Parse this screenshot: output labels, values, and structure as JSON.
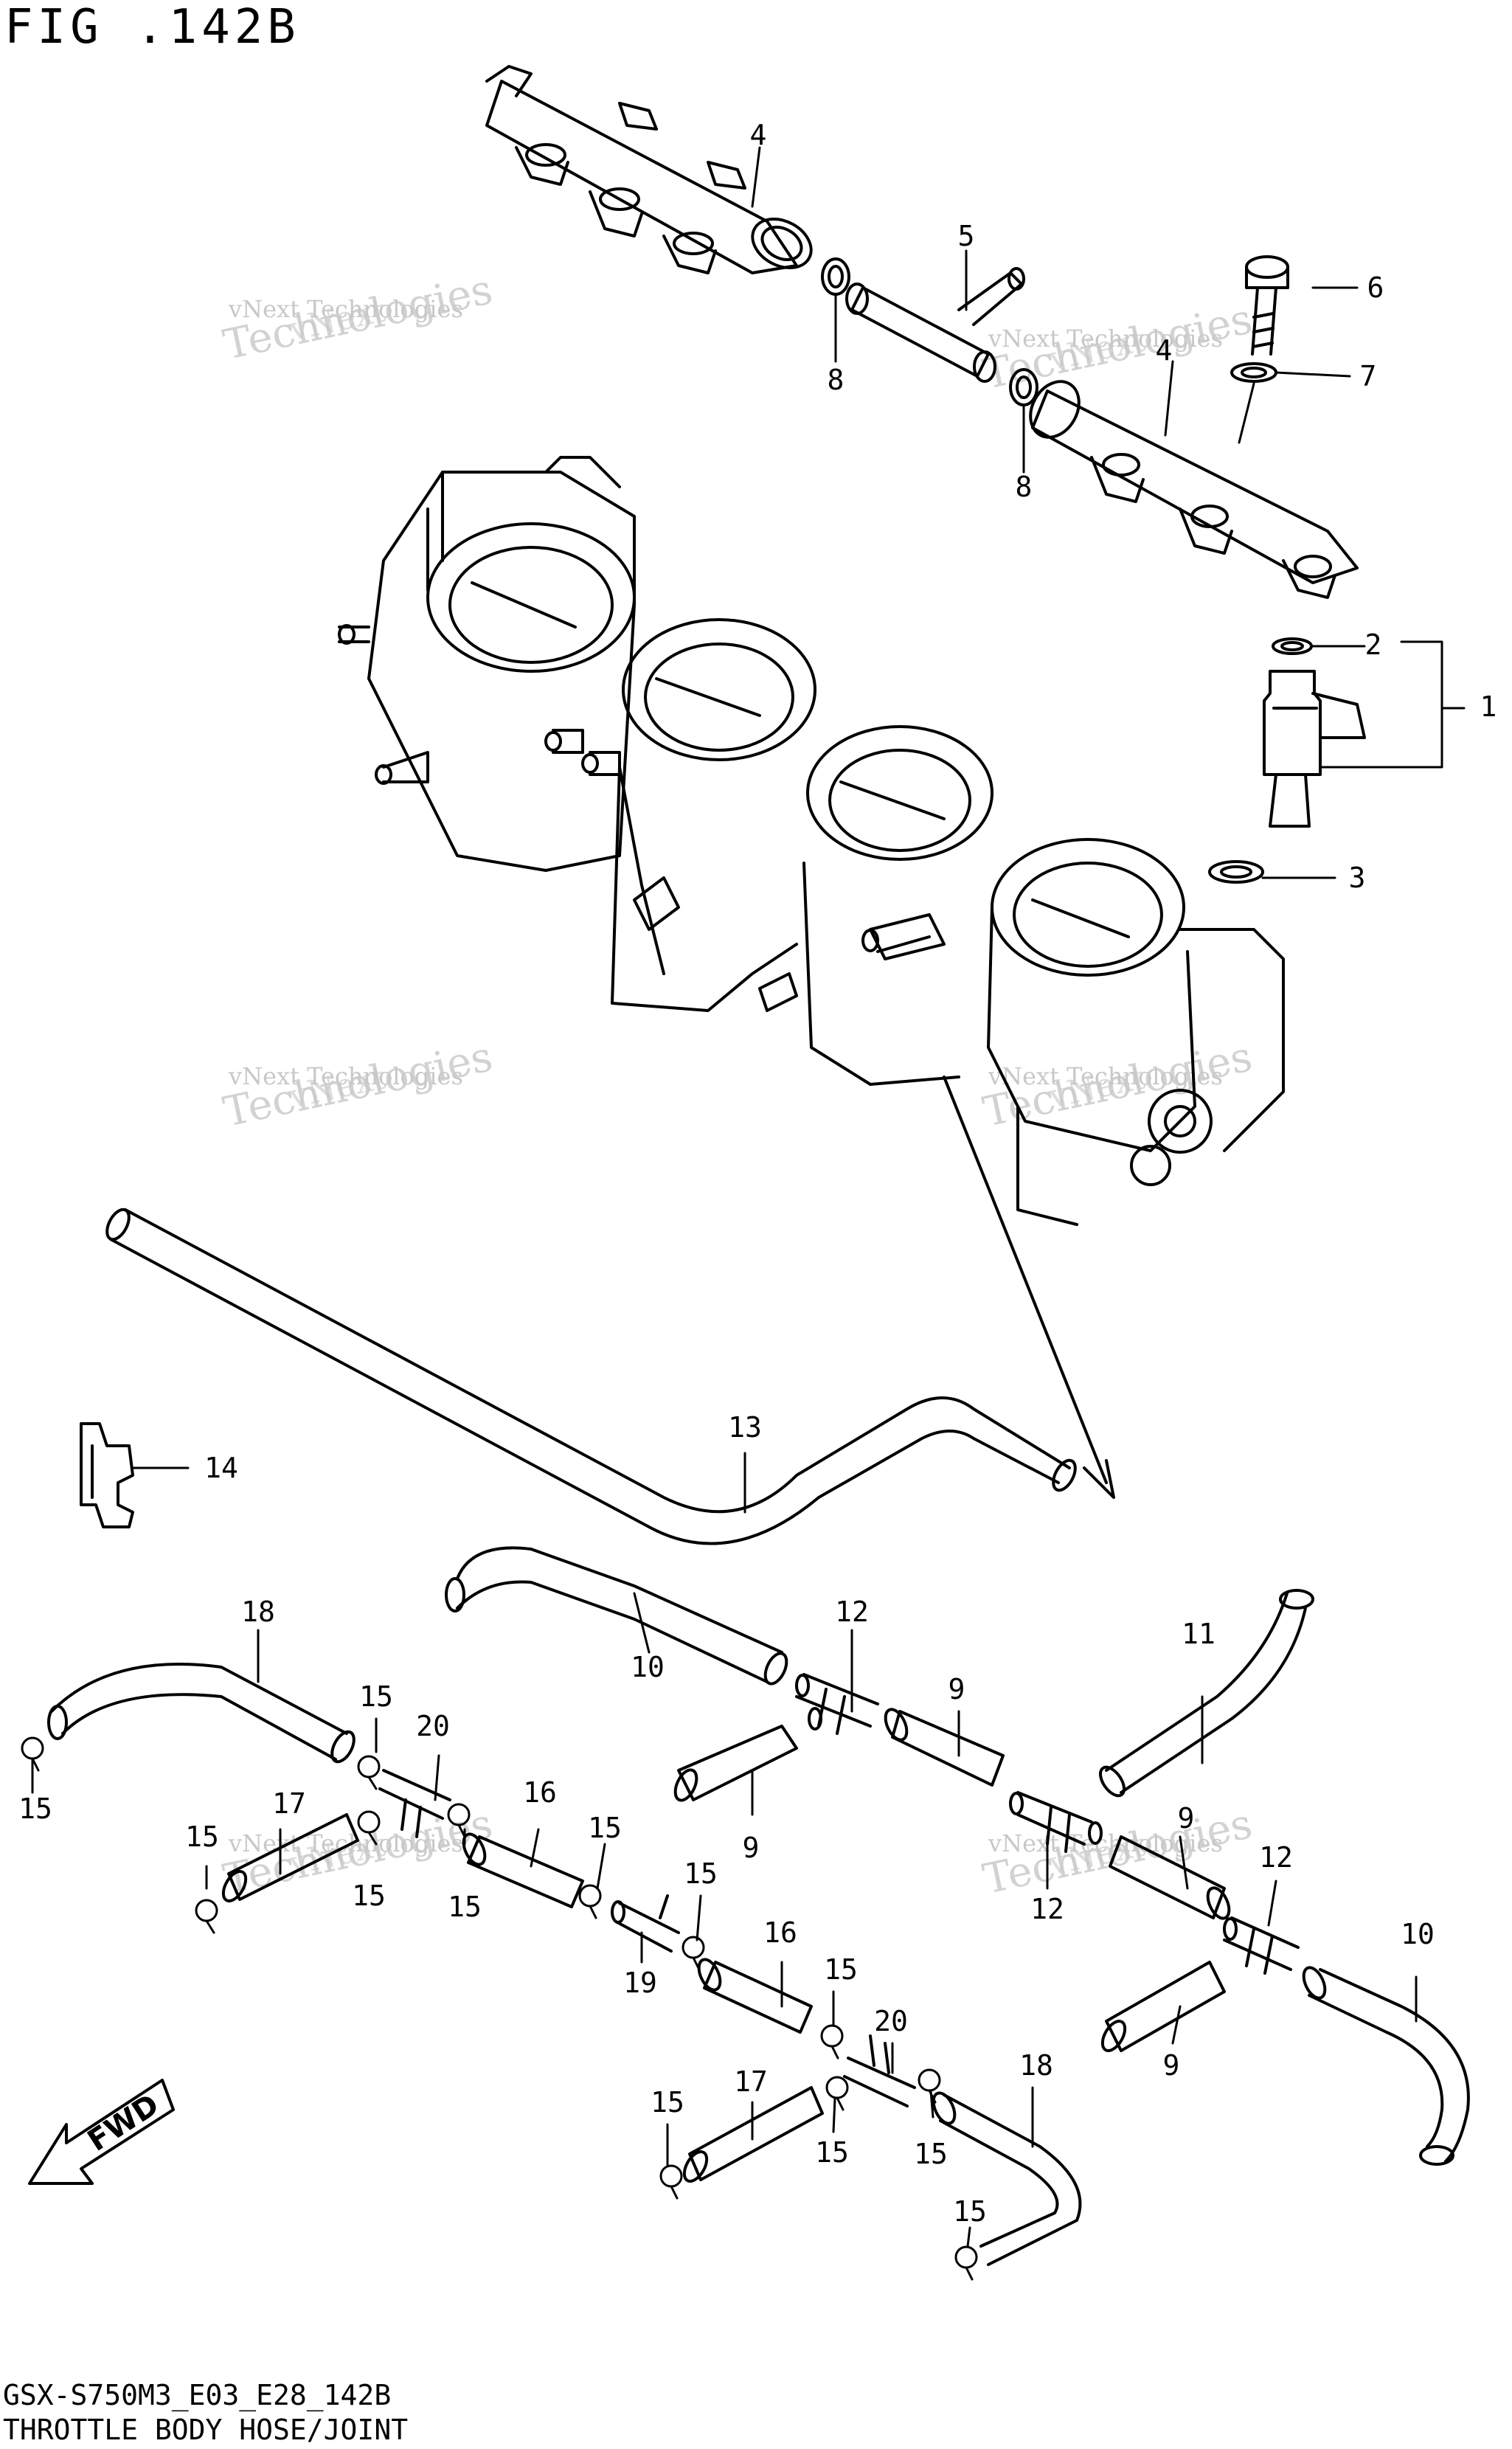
{
  "figure_title": "FIG .142B",
  "footer": {
    "model_code": "GSX-S750M3_E03_E28_142B",
    "caption": "THROTTLE BODY HOSE/JOINT"
  },
  "watermark": {
    "line1": "vNext Technologies",
    "line2": "Technologies",
    "line3": "vNext"
  },
  "fwd_label": "FWD",
  "callouts": [
    {
      "id": "c4a",
      "label": "4"
    },
    {
      "id": "c5",
      "label": "5"
    },
    {
      "id": "c6",
      "label": "6"
    },
    {
      "id": "c8a",
      "label": "8"
    },
    {
      "id": "c4b",
      "label": "4"
    },
    {
      "id": "c7",
      "label": "7"
    },
    {
      "id": "c8b",
      "label": "8"
    },
    {
      "id": "c2",
      "label": "2"
    },
    {
      "id": "c1",
      "label": "1"
    },
    {
      "id": "c3",
      "label": "3"
    },
    {
      "id": "c13",
      "label": "13"
    },
    {
      "id": "c14",
      "label": "14"
    },
    {
      "id": "c18a",
      "label": "18"
    },
    {
      "id": "c10a",
      "label": "10"
    },
    {
      "id": "c12a",
      "label": "12"
    },
    {
      "id": "c11",
      "label": "11"
    },
    {
      "id": "c9a",
      "label": "9"
    },
    {
      "id": "c15a",
      "label": "15"
    },
    {
      "id": "c15b",
      "label": "15"
    },
    {
      "id": "c20a",
      "label": "20"
    },
    {
      "id": "c9b",
      "label": "9"
    },
    {
      "id": "c17a",
      "label": "17"
    },
    {
      "id": "c16a",
      "label": "16"
    },
    {
      "id": "c15c",
      "label": "15"
    },
    {
      "id": "c15d",
      "label": "15"
    },
    {
      "id": "c15e",
      "label": "15"
    },
    {
      "id": "c15f",
      "label": "15"
    },
    {
      "id": "c9c",
      "label": "9"
    },
    {
      "id": "c12b",
      "label": "12"
    },
    {
      "id": "c12c",
      "label": "12"
    },
    {
      "id": "c15g",
      "label": "15"
    },
    {
      "id": "c19",
      "label": "19"
    },
    {
      "id": "c16b",
      "label": "16"
    },
    {
      "id": "c10b",
      "label": "10"
    },
    {
      "id": "c15h",
      "label": "15"
    },
    {
      "id": "c20b",
      "label": "20"
    },
    {
      "id": "c9d",
      "label": "9"
    },
    {
      "id": "c17b",
      "label": "17"
    },
    {
      "id": "c18b",
      "label": "18"
    },
    {
      "id": "c15i",
      "label": "15"
    },
    {
      "id": "c15j",
      "label": "15"
    },
    {
      "id": "c15k",
      "label": "15"
    },
    {
      "id": "c15l",
      "label": "15"
    }
  ]
}
